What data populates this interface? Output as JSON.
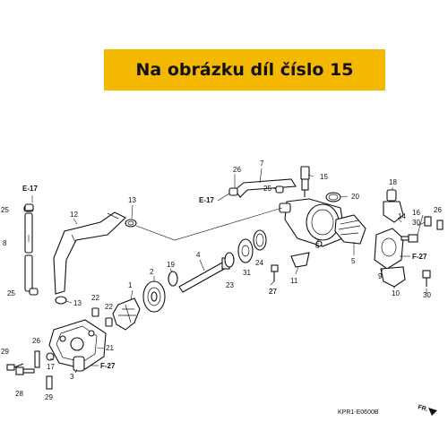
{
  "banner": {
    "text": "Na obrázku díl číslo 15",
    "color": "#f5b800"
  },
  "code": "KPR1-E0600B",
  "direction_label": "FR.",
  "refs": [
    "E-17",
    "E-17",
    "F-27",
    "F-27"
  ],
  "part_numbers": [
    "1",
    "2",
    "3",
    "4",
    "5",
    "6",
    "7",
    "8",
    "9",
    "10",
    "11",
    "12",
    "13",
    "13",
    "14",
    "15",
    "16",
    "17",
    "18",
    "19",
    "20",
    "21",
    "22",
    "22",
    "23",
    "24",
    "25",
    "25",
    "25",
    "26",
    "26",
    "27",
    "27",
    "28",
    "29",
    "29",
    "30",
    "30",
    "31"
  ]
}
